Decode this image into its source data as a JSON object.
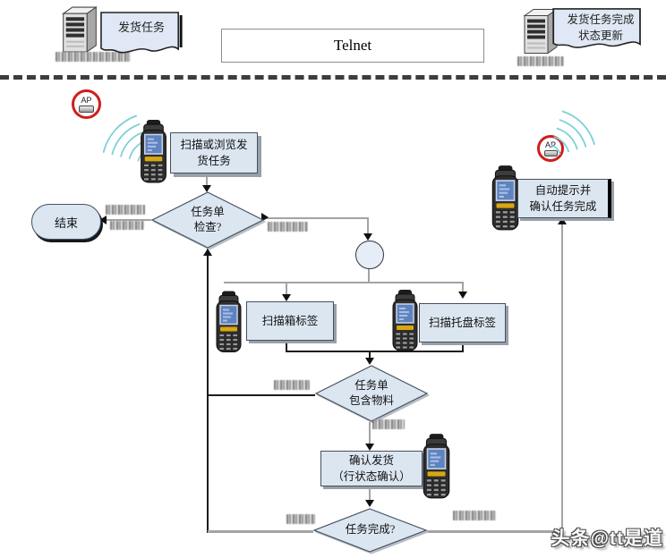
{
  "header": {
    "left_doc": "发货任务",
    "telnet": "Telnet",
    "right_doc_line1": "发货任务完成",
    "right_doc_line2": "状态更新"
  },
  "ap": {
    "label": "AP"
  },
  "flow": {
    "scan_browse_l1": "扫描或浏览发",
    "scan_browse_l2": "货任务",
    "end": "结束",
    "check_l1": "任务单",
    "check_l2": "检查?",
    "scan_carton": "扫描箱标签",
    "scan_pallet": "扫描托盘标签",
    "contains_l1": "任务单",
    "contains_l2": "包含物料",
    "confirm_l1": "确认发货",
    "confirm_l2": "（行状态确认）",
    "complete": "任务完成?",
    "auto_l1": "自动提示并",
    "auto_l2": "确认任务完成"
  },
  "watermark": "头条@tt是道",
  "colors": {
    "node_fill": "#dce6f1",
    "ap_ring": "#cf1d1d",
    "wifi": "#7fd0d8",
    "line_gray": "#a3a3a3",
    "line_dark": "#1c1c1c"
  }
}
